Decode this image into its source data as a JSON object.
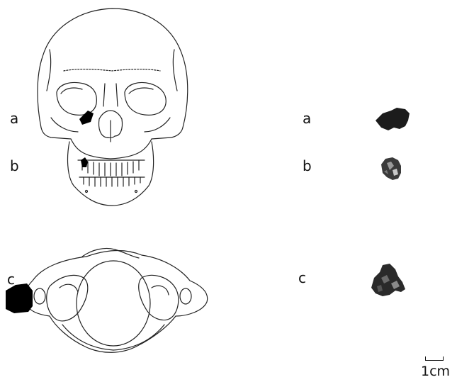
{
  "labels": {
    "skull_a": "a",
    "skull_b": "b",
    "vertebra_c": "c",
    "fragment_a": "a",
    "fragment_b": "b",
    "fragment_c": "c"
  },
  "scale": {
    "label": "1cm"
  },
  "icons": {
    "skull": "skull-line-drawing",
    "vertebra": "atlas-vertebra-line-drawing",
    "fragments": "bone-fragment-photos"
  },
  "colors": {
    "ink": "#111111",
    "highlight": "#000000",
    "background": "#ffffff"
  }
}
